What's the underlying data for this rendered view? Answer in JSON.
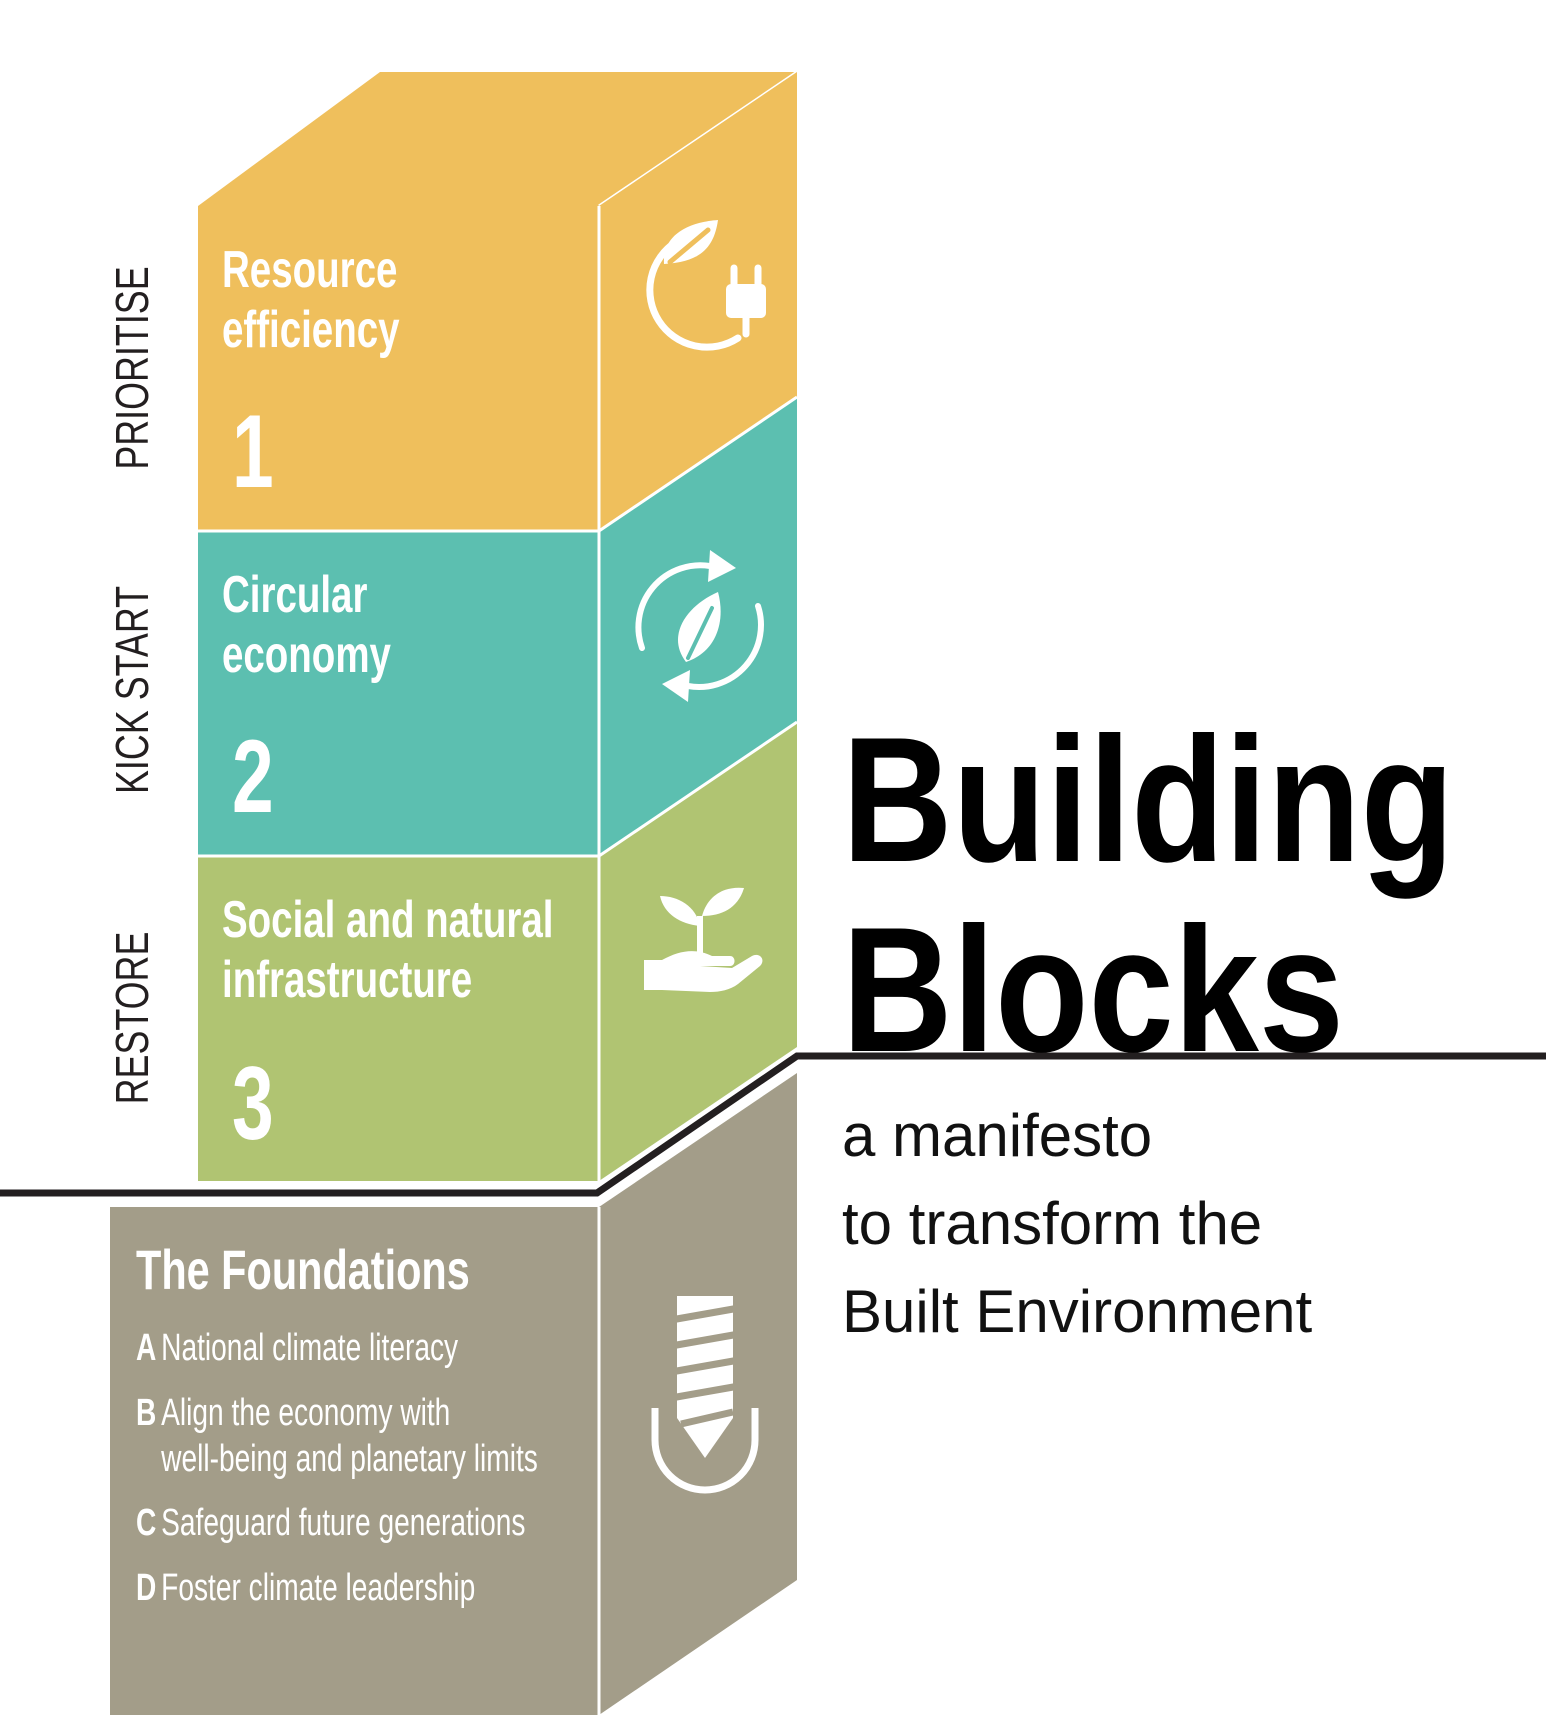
{
  "title": {
    "line1": "Building",
    "line2": "Blocks"
  },
  "subtitle": {
    "line1": "a manifesto",
    "line2": "to transform the",
    "line3": "Built Environment"
  },
  "blocks": [
    {
      "side_label": "PRIORITISE",
      "title_line1": "Resource",
      "title_line2": "efficiency",
      "number": "1",
      "icon": "leaf-plug-icon",
      "color": "#efbf5c",
      "side_color": "#efbf5c"
    },
    {
      "side_label": "KICK START",
      "title_line1": "Circular",
      "title_line2": "economy",
      "number": "2",
      "icon": "recycle-leaf-icon",
      "color": "#5cbfb0",
      "side_color": "#5cbfb0"
    },
    {
      "side_label": "RESTORE",
      "title_line1": "Social and natural",
      "title_line2": "infrastructure",
      "number": "3",
      "icon": "hand-seedling-icon",
      "color": "#b0c472",
      "side_color": "#b0c472"
    }
  ],
  "foundations": {
    "title": "The Foundations",
    "icon": "foundation-screw-icon",
    "color": "#a39d89",
    "items": [
      {
        "letter": "A",
        "line1": "National climate literacy",
        "line2": ""
      },
      {
        "letter": "B",
        "line1": "Align the economy with",
        "line2": "well-being and planetary limits"
      },
      {
        "letter": "C",
        "line1": "Safeguard future generations",
        "line2": ""
      },
      {
        "letter": "D",
        "line1": "Foster climate leadership",
        "line2": ""
      }
    ]
  }
}
